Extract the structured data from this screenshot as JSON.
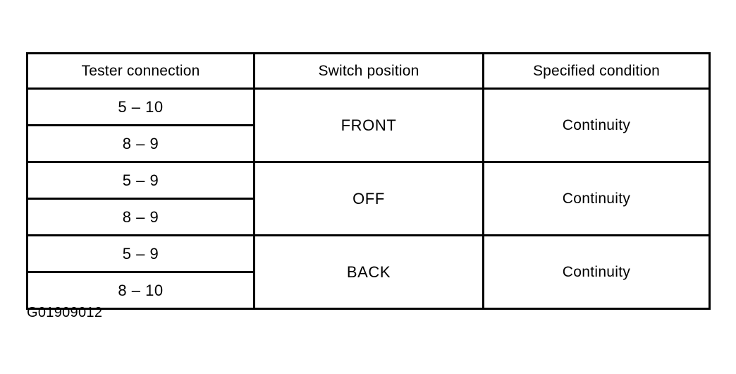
{
  "table": {
    "headers": [
      "Tester connection",
      "Switch position",
      "Specified condition"
    ],
    "groups": [
      {
        "connections": [
          "5 – 10",
          "8 – 9"
        ],
        "switch_position": "FRONT",
        "specified_condition": "Continuity"
      },
      {
        "connections": [
          "5 – 9",
          "8 – 9"
        ],
        "switch_position": "OFF",
        "specified_condition": "Continuity"
      },
      {
        "connections": [
          "5 – 9",
          "8 – 10"
        ],
        "switch_position": "BACK",
        "specified_condition": "Continuity"
      }
    ]
  },
  "caption": "G01909012",
  "colors": {
    "background": "#ffffff",
    "border": "#000000",
    "text": "#000000"
  }
}
